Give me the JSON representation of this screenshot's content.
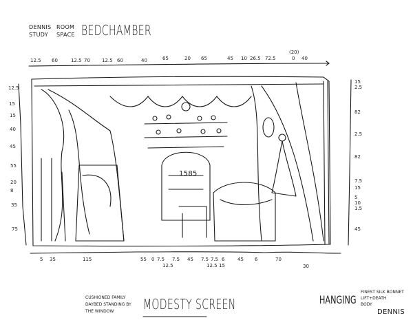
{
  "title_block": {
    "line1_left": "Dennis",
    "line1_mid": "Room",
    "line2_left": "Study",
    "line2_mid": "Space",
    "title": "Bedchamber"
  },
  "dimensions": {
    "top": [
      "12.5",
      "60",
      "12.5",
      "70",
      "12.5",
      "60",
      "40",
      "65",
      "20",
      "65",
      "45",
      "10",
      "26.5",
      "72.5",
      "(20)",
      "0",
      "40"
    ],
    "bottom": [
      "5",
      "35",
      "115",
      "55",
      "0",
      "7.5",
      "12.5",
      "7.5",
      "45",
      "7.5",
      "12.5",
      "7.5",
      "15",
      "6",
      "45",
      "6",
      "70",
      "30"
    ],
    "left": [
      "12.5",
      "15",
      "15",
      "40",
      "45",
      "55",
      "20",
      "8",
      "35",
      "75"
    ],
    "right": [
      "15",
      "2.5",
      "82",
      "2.5",
      "82",
      "7.5",
      "15",
      "5",
      "10",
      "1.5",
      "45"
    ],
    "clock_number": "1585"
  },
  "note_left": {
    "lines": [
      "Cushioned family",
      "Daybed standing by",
      "the window"
    ],
    "title": "Modesty Screen"
  },
  "note_right": {
    "title": "Hanging",
    "lines": [
      "Finest silk bonnet",
      "Lift+Death",
      "Body"
    ],
    "name": "Dennis"
  }
}
